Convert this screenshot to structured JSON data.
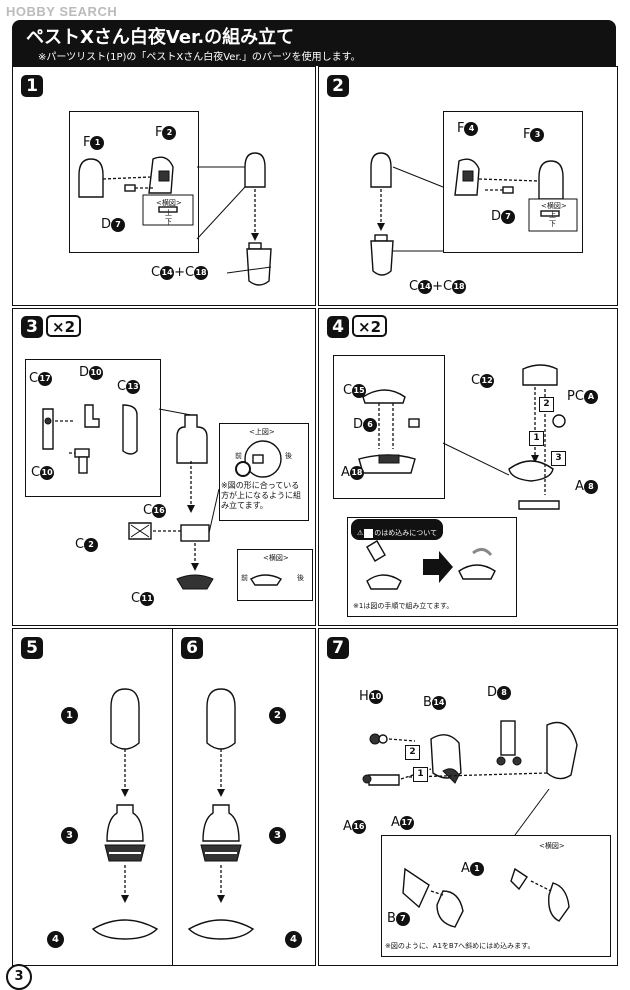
{
  "watermark": "HOBBY SEARCH",
  "header": {
    "title": "ペストXさん白夜Ver.の組み立て",
    "subtitle": "※パーツリスト(1P)の「ペストXさん白夜Ver.」のパーツを使用します。"
  },
  "steps": {
    "s1": {
      "no": "1",
      "labels": {
        "f1": "F",
        "f1n": "1",
        "f2": "F",
        "f2n": "2",
        "d7": "D",
        "d7n": "7",
        "c14": "C",
        "c14n": "14",
        "plus": "+",
        "c18": "C",
        "c18n": "18"
      },
      "inset_title": "<横図>",
      "inset_top": "上",
      "inset_bottom": "下"
    },
    "s2": {
      "no": "2",
      "labels": {
        "f4": "F",
        "f4n": "4",
        "f3": "F",
        "f3n": "3",
        "d7": "D",
        "d7n": "7",
        "c14": "C",
        "c14n": "14",
        "plus": "+",
        "c18": "C",
        "c18n": "18"
      },
      "inset_title": "<横図>",
      "inset_top": "上",
      "inset_bottom": "下"
    },
    "s3": {
      "no": "3",
      "mult": "×2",
      "labels": {
        "c17": "C",
        "c17n": "17",
        "d10": "D",
        "d10n": "10",
        "c13": "C",
        "c13n": "13",
        "c10": "C",
        "c10n": "10",
        "c16": "C",
        "c16n": "16",
        "c2": "C",
        "c2n": "2",
        "c11": "C",
        "c11n": "11"
      },
      "top_view": "<上図>",
      "front": "前",
      "back": "後",
      "note": "※図の形に合っている方が上になるように組み立てます。",
      "side_view": "<横図>"
    },
    "s4": {
      "no": "4",
      "mult": "×2",
      "labels": {
        "c15": "C",
        "c15n": "15",
        "c12": "C",
        "c12n": "12",
        "pc": "PC",
        "pcn": "A",
        "d6": "D",
        "d6n": "6",
        "a18": "A",
        "a18n": "18",
        "a8": "A",
        "a8n": "8"
      },
      "seq": [
        "2",
        "1",
        "3"
      ],
      "about_label": "1",
      "about": "のはめ込みについて",
      "note": "※1は図の手順で組み立てます。"
    },
    "s5": {
      "no": "5",
      "refs": [
        "1",
        "3",
        "4"
      ]
    },
    "s6": {
      "no": "6",
      "refs": [
        "2",
        "3",
        "4"
      ]
    },
    "s7": {
      "no": "7",
      "labels": {
        "h10": "H",
        "h10n": "10",
        "b14": "B",
        "b14n": "14",
        "d8": "D",
        "d8n": "8",
        "a16": "A",
        "a16n": "16",
        "a17": "A",
        "a17n": "17",
        "a1": "A",
        "a1n": "1",
        "b7": "B",
        "b7n": "7"
      },
      "seq": [
        "2",
        "1"
      ],
      "side_view": "<横図>",
      "note": "※図のように、A1をB7へ斜めにはめ込みます。"
    }
  },
  "page_number": "3"
}
